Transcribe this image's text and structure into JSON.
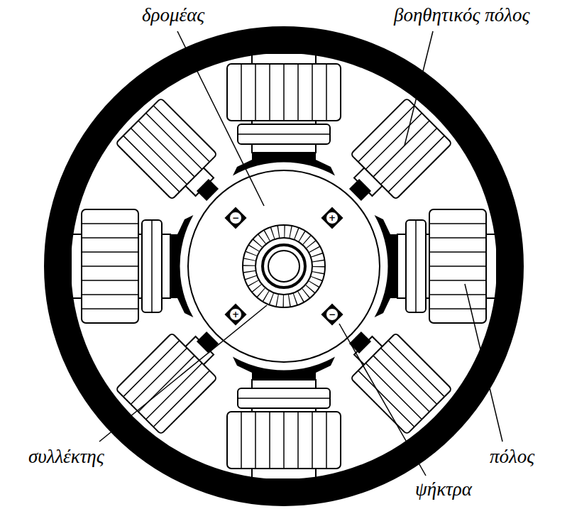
{
  "diagram": {
    "labels": [
      "δρομέας",
      "βοηθητικός πόλος",
      "−",
      "+",
      "+",
      "−",
      "πόλος",
      "συλλέκτης",
      "ψήκτρα"
    ]
  }
}
